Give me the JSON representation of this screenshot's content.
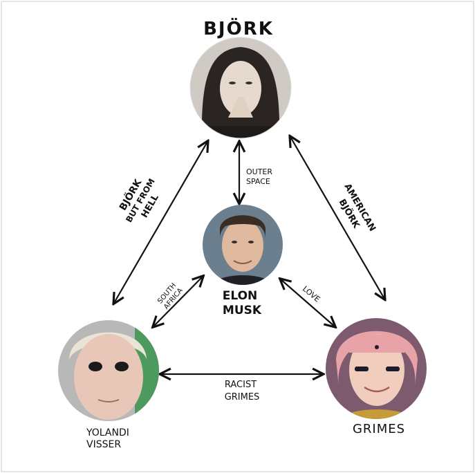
{
  "people": {
    "bjork": {
      "name": "BJÖRK",
      "photo_bg": "#cfcac3",
      "hair": "#2a2522"
    },
    "elon": {
      "name_line1": "ELON",
      "name_line2": "MUSK",
      "photo_bg": "#6b7f8f",
      "hair": "#3a2d24"
    },
    "yolandi": {
      "name_line1": "YOLANDI",
      "name_line2": "VISSER",
      "photo_bg": "#b8b8b8",
      "hair": "#e9e4d6"
    },
    "grimes": {
      "name": "GRIMES",
      "photo_bg": "#7d5a6e",
      "hair": "#e7a3a8"
    }
  },
  "edges": {
    "bjork_yolandi": [
      "BJÖRK",
      "BUT FROM",
      "HELL"
    ],
    "bjork_grimes": [
      "AMERICAN",
      "BJÖRK"
    ],
    "bjork_elon": [
      "OUTER",
      "SPACE"
    ],
    "elon_yolandi": [
      "SOUTH",
      "AFRICA"
    ],
    "elon_grimes": [
      "LOVE"
    ],
    "yolandi_grimes": [
      "RACIST",
      "GRIMES"
    ]
  },
  "colors": {
    "ink": "#111111",
    "frame": "#e6e6e6"
  }
}
